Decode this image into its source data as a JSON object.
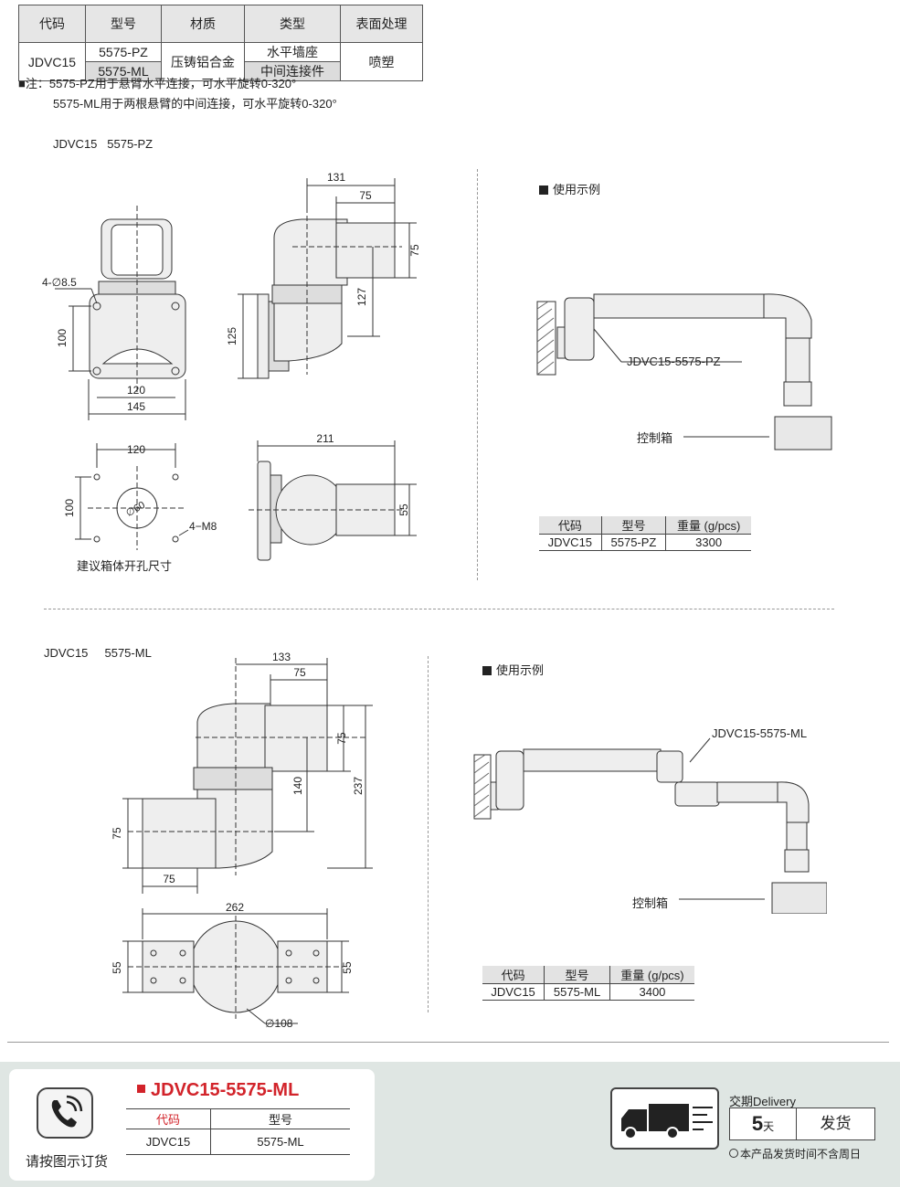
{
  "spec_table": {
    "headers": [
      "代码",
      "型号",
      "材质",
      "类型",
      "表面处理"
    ],
    "code": "JDVC15",
    "models": [
      "5575-PZ",
      "5575-ML"
    ],
    "material": "压铸铝合金",
    "types": [
      "水平墙座",
      "中间连接件"
    ],
    "finish": "喷塑"
  },
  "notes": {
    "line1": "■注：5575-PZ用于悬臂水平连接，可水平旋转0-320°",
    "line2": "5575-ML用于两根悬臂的中间连接，可水平旋转0-320°"
  },
  "section_pz": {
    "title_code": "JDVC15",
    "title_model": "5575-PZ",
    "dims": {
      "d131": "131",
      "d75a": "75",
      "d75b": "75",
      "d127": "127",
      "d125": "125",
      "d100": "100",
      "d120": "120",
      "d145": "145",
      "hole": "4-∅8.5",
      "d211": "211",
      "d55": "55"
    },
    "cutout": {
      "d120": "120",
      "d100": "100",
      "circle": "∅60",
      "m8": "4−M8",
      "label": "建议箱体开孔尺寸"
    },
    "example_title": "使用示例",
    "callout": "JDVC15-5575-PZ",
    "box_label": "控制箱",
    "weight_table": {
      "headers": [
        "代码",
        "型号",
        "重量 (g/pcs)"
      ],
      "row": [
        "JDVC15",
        "5575-PZ",
        "3300"
      ]
    }
  },
  "section_ml": {
    "title_code": "JDVC15",
    "title_model": "5575-ML",
    "dims": {
      "d133": "133",
      "d75a": "75",
      "d75b": "75",
      "d140": "140",
      "d237": "237",
      "d75c": "75",
      "d75d": "75",
      "d262": "262",
      "d55a": "55",
      "d55b": "55",
      "circle": "∅108"
    },
    "example_title": "使用示例",
    "callout": "JDVC15-5575-ML",
    "box_label": "控制箱",
    "weight_table": {
      "headers": [
        "代码",
        "型号",
        "重量 (g/pcs)"
      ],
      "row": [
        "JDVC15",
        "5575-ML",
        "3400"
      ]
    }
  },
  "footer": {
    "order_label": "请按图示订货",
    "product_title": "JDVC15-5575-ML",
    "order_headers": [
      "代码",
      "型号"
    ],
    "order_row": [
      "JDVC15",
      "5575-ML"
    ],
    "delivery_label": "交期Delivery",
    "days": "5",
    "day_unit": "天",
    "ship": "发货",
    "note": "本产品发货时间不含周日",
    "accent_color": "#d2232a"
  }
}
